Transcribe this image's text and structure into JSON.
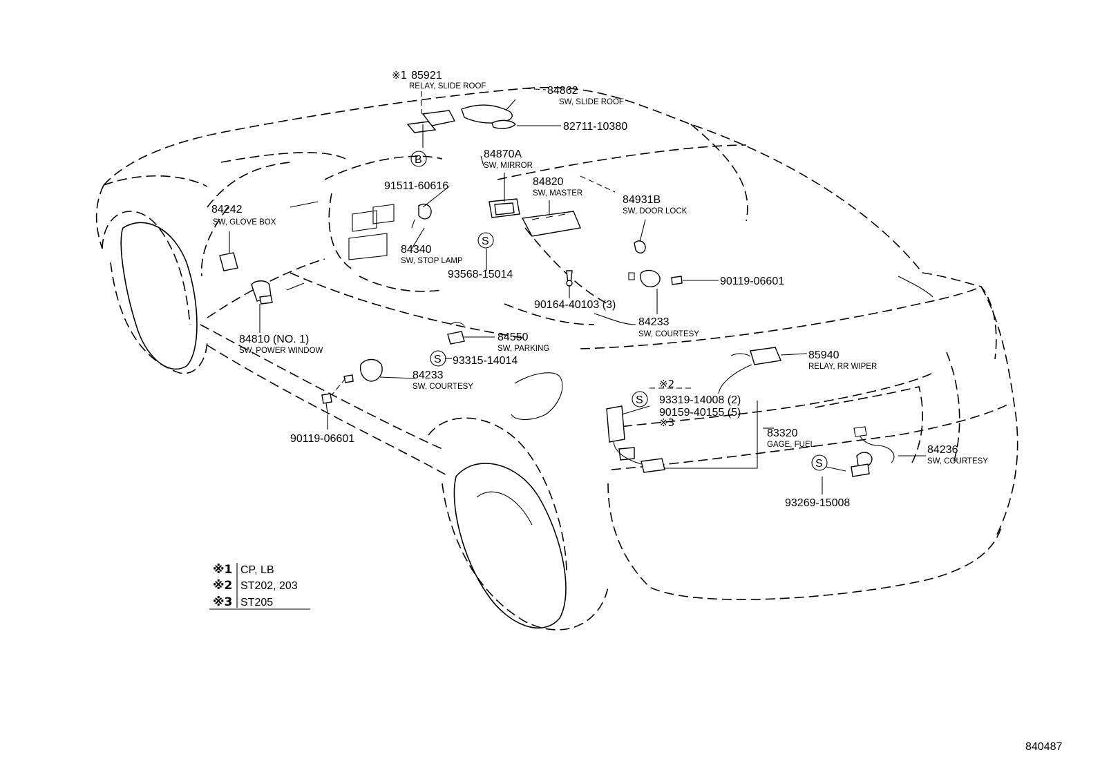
{
  "parts": [
    {
      "id": "p85921",
      "prefix": "※1",
      "number": "85921",
      "name": "RELAY, SLIDE ROOF"
    },
    {
      "id": "p84862",
      "number": "84862",
      "name": "SW, SLIDE ROOF"
    },
    {
      "id": "p82711",
      "number": "82711-10380"
    },
    {
      "id": "p84870A",
      "number": "84870A",
      "name": "SW, MIRROR"
    },
    {
      "id": "p91511",
      "number": "91511-60616"
    },
    {
      "id": "p84820",
      "number": "84820",
      "name": "SW, MASTER"
    },
    {
      "id": "p84931B",
      "number": "84931B",
      "name": "SW, DOOR LOCK"
    },
    {
      "id": "p84242",
      "number": "84242",
      "name": "SW, GLOVE BOX"
    },
    {
      "id": "p84340",
      "number": "84340",
      "name": "SW, STOP LAMP"
    },
    {
      "id": "p93568",
      "number": "93568-15014"
    },
    {
      "id": "p90119a",
      "number": "90119-06601"
    },
    {
      "id": "p90164",
      "number": "90164-40103 (3)"
    },
    {
      "id": "p84233a",
      "number": "84233",
      "name": "SW, COURTESY"
    },
    {
      "id": "p84810",
      "number": "84810 (NO. 1)",
      "name": "SW, POWER WINDOW"
    },
    {
      "id": "p84550",
      "number": "84550",
      "name": "SW, PARKING"
    },
    {
      "id": "p93315",
      "number": "93315-14014"
    },
    {
      "id": "p85940",
      "number": "85940",
      "name": "RELAY, RR WIPER"
    },
    {
      "id": "p84233b",
      "number": "84233",
      "name": "SW, COURTESY"
    },
    {
      "id": "pmark2",
      "number": "※2"
    },
    {
      "id": "p93319",
      "number": "93319-14008 (2)"
    },
    {
      "id": "p90159",
      "number": "90159-40155 (5)"
    },
    {
      "id": "pmark3",
      "number": "※3"
    },
    {
      "id": "p83320",
      "number": "83320",
      "name": "GAGE, FUEL"
    },
    {
      "id": "p84236",
      "number": "84236",
      "name": "SW, COURTESY"
    },
    {
      "id": "p93269",
      "number": "93269-15008"
    },
    {
      "id": "p90119b",
      "number": "90119-06601"
    }
  ],
  "circle_marks": [
    "B",
    "S",
    "S",
    "S",
    "S"
  ],
  "footnotes": [
    {
      "mark": "※1",
      "text": "CP, LB"
    },
    {
      "mark": "※2",
      "text": "ST202, 203"
    },
    {
      "mark": "※3",
      "text": "ST205"
    }
  ],
  "illustration_code": "840487"
}
